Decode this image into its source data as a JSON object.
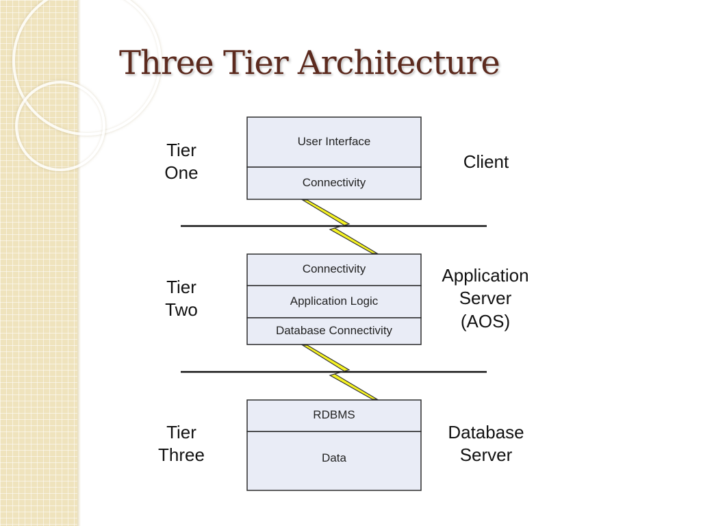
{
  "slide": {
    "title": "Three Tier Architecture"
  },
  "diagram": {
    "tiers": [
      {
        "label_line1": "Tier",
        "label_line2": "One",
        "role_lines": [
          "Client"
        ],
        "cells": [
          "User Interface",
          "Connectivity"
        ]
      },
      {
        "label_line1": "Tier",
        "label_line2": "Two",
        "role_lines": [
          "Application",
          "Server",
          "(AOS)"
        ],
        "cells": [
          "Connectivity",
          "Application Logic",
          "Database Connectivity"
        ]
      },
      {
        "label_line1": "Tier",
        "label_line2": "Three",
        "role_lines": [
          "Database",
          "Server"
        ],
        "cells": [
          "RDBMS",
          "Data"
        ]
      }
    ],
    "colors": {
      "title": "#5c2a1e",
      "cell_fill": "#e9ecf6",
      "bolt": "#f5f223",
      "stripe": "#efe3bd"
    }
  }
}
